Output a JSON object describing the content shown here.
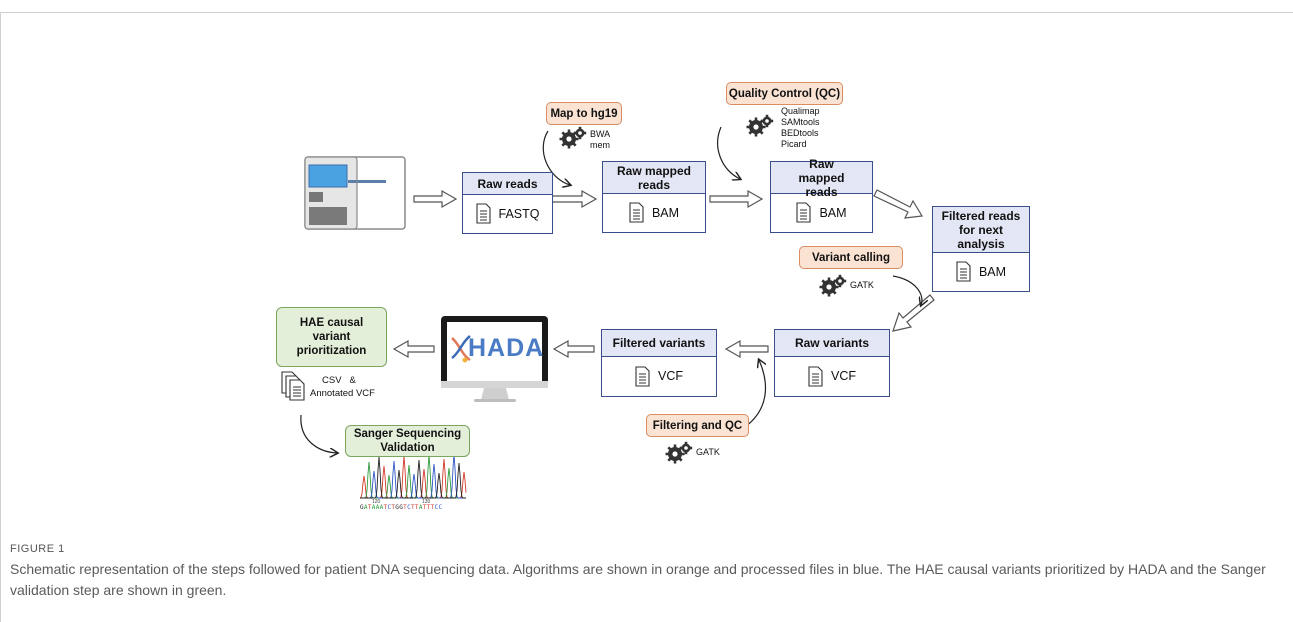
{
  "figure": {
    "label": "FIGURE 1",
    "caption": "Schematic representation of the steps followed for patient DNA sequencing data. Algorithms are shown in orange and processed files in blue. The HAE causal variants prioritized by HADA and the Sanger validation step are shown in green."
  },
  "colors": {
    "algorithm": "#fbe3d4",
    "file": "#e3e6f4",
    "result": "#e4efd9",
    "file_border": "#3a4e8c"
  },
  "files": {
    "raw_reads": {
      "title": "Raw reads",
      "format": "FASTQ"
    },
    "raw_mapped_1": {
      "title": "Raw mapped reads",
      "format": "BAM"
    },
    "raw_mapped_2": {
      "title": "Raw mapped reads",
      "format": "BAM"
    },
    "filtered_reads": {
      "title": "Filtered reads for next analysis",
      "format": "BAM"
    },
    "raw_variants": {
      "title": "Raw variants",
      "format": "VCF"
    },
    "filtered_variants": {
      "title": "Filtered variants",
      "format": "VCF"
    }
  },
  "algorithms": {
    "map": {
      "label": "Map to hg19",
      "tools": [
        "BWA",
        "mem"
      ]
    },
    "qc": {
      "label": "Quality Control (QC)",
      "tools": [
        "Qualimap",
        "SAMtools",
        "BEDtools",
        "Picard"
      ]
    },
    "variant_calling": {
      "label": "Variant calling",
      "tools": [
        "GATK"
      ]
    },
    "filtering": {
      "label": "Filtering and QC",
      "tools": [
        "GATK"
      ]
    }
  },
  "results": {
    "prioritization": {
      "label": "HAE causal variant prioritization",
      "files_line1": "CSV   &",
      "files_line2": "Annotated VCF"
    },
    "sanger": {
      "label": "Sanger Sequencing Validation",
      "seq": "GATAAATCTGGTCTTATTTCC",
      "pos1": "120",
      "pos2": "130"
    }
  },
  "hada": {
    "logo_text": "HADA"
  },
  "icons": [
    "sequencer-icon",
    "document-icon",
    "gear-icon",
    "monitor-icon",
    "chromatogram-icon",
    "arrow-icon"
  ]
}
